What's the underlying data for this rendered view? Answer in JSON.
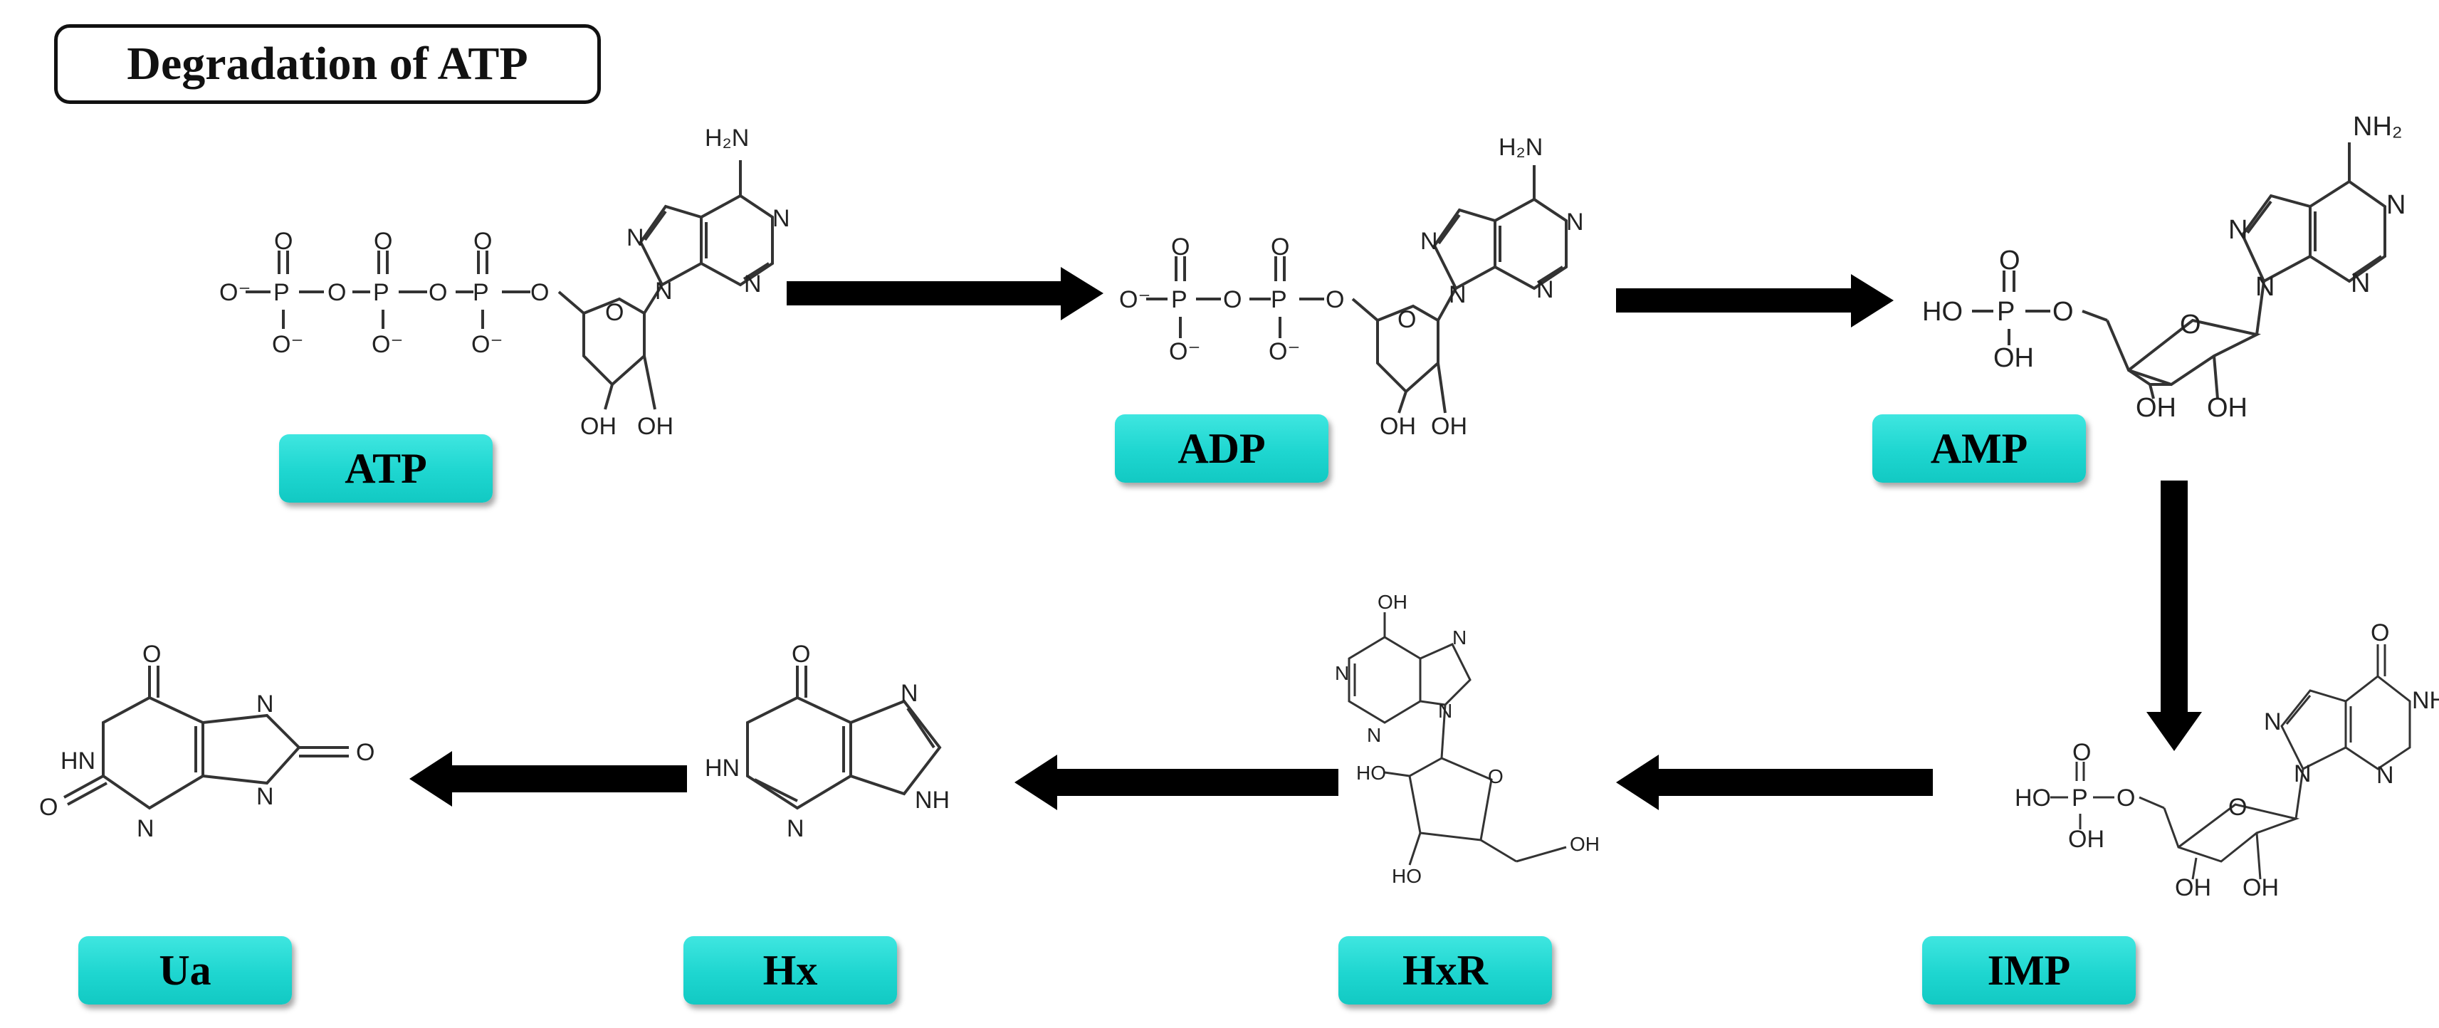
{
  "title": "Degradation of ATP",
  "compounds": [
    {
      "id": "atp",
      "label": "ATP"
    },
    {
      "id": "adp",
      "label": "ADP"
    },
    {
      "id": "amp",
      "label": "AMP"
    },
    {
      "id": "imp",
      "label": "IMP"
    },
    {
      "id": "hxr",
      "label": "HxR"
    },
    {
      "id": "hx",
      "label": "Hx"
    },
    {
      "id": "ua",
      "label": "Ua"
    }
  ],
  "pathway": [
    "ATP",
    "ADP",
    "AMP",
    "IMP",
    "HxR",
    "Hx",
    "Ua"
  ],
  "atoms": {
    "nh2": "H₂N",
    "nh2_right": "NH₂",
    "n": "N",
    "o": "O",
    "p": "P",
    "o_minus": "O⁻",
    "oh": "OH",
    "ho": "HO",
    "hn": "HN",
    "nh": "NH",
    "h": "H"
  },
  "colors": {
    "label_fill": "#1ed6d0",
    "arrow": "#000000",
    "bond": "#333333"
  }
}
